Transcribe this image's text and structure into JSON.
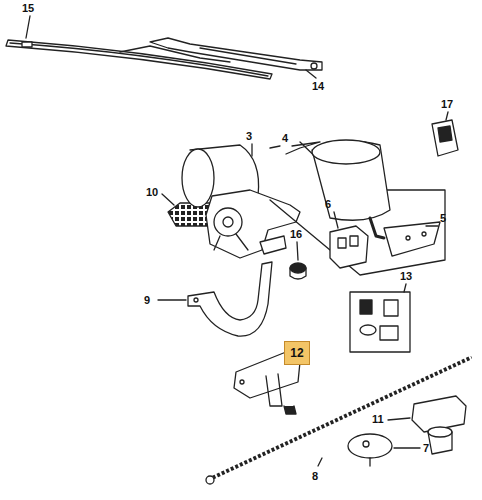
{
  "diagram": {
    "nodes": [
      {
        "text": [
          "12"
        ]
      }
    ],
    "labels": [
      "15",
      "14",
      "10",
      "3",
      "4",
      "17",
      "5",
      "6",
      "16",
      "9",
      "13",
      "11",
      "7",
      "8"
    ]
  }
}
